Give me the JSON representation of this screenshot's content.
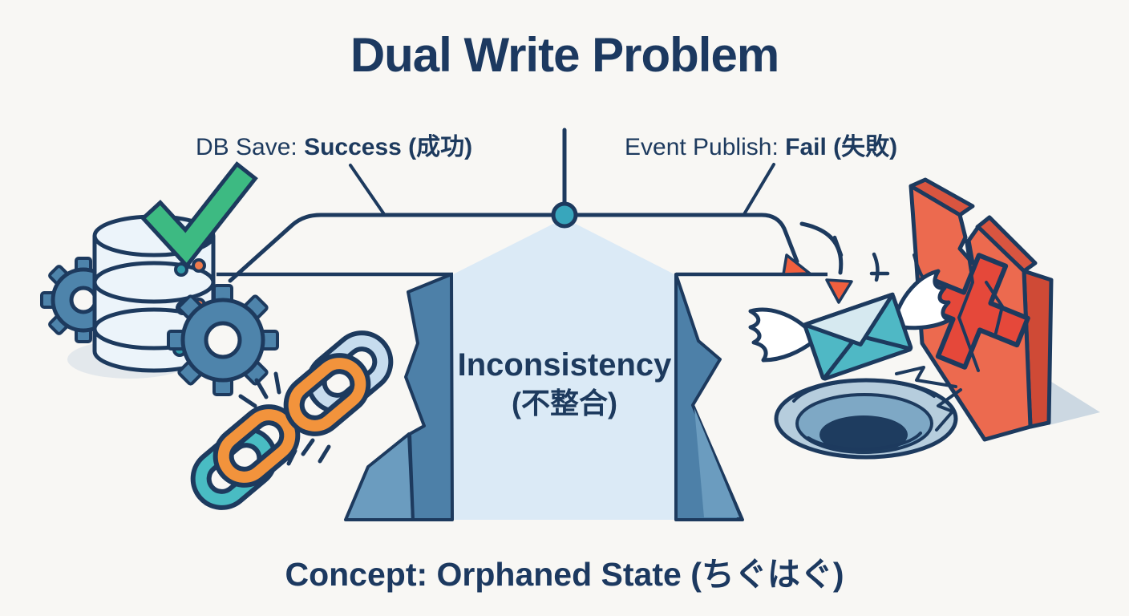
{
  "title": "Dual Write Problem",
  "callouts": {
    "db_save": {
      "prefix": "DB Save: ",
      "emphasis": "Success (成功)"
    },
    "event_publish": {
      "prefix": "Event Publish: ",
      "emphasis": "Fail (失敗)"
    }
  },
  "chasm": {
    "label_line1": "Inconsistency",
    "label_line2": "(不整合)"
  },
  "caption": "Concept: Orphaned State (ちぐはぐ)",
  "icons": {
    "branch_node": "branch-node",
    "database": "database-icon",
    "checkmark": "checkmark-icon",
    "gear_small": "gear-icon-small",
    "gear_large": "gear-icon-large",
    "broken_chain": "broken-chain-icon",
    "spotlight_beam": "beam-shape",
    "cliff_left": "cliff-left",
    "cliff_right": "cliff-right",
    "winged_envelope": "winged-envelope-icon",
    "hole": "hole-icon",
    "broken_wall": "broken-wall-icon",
    "x_mark": "x-mark-icon",
    "arrowheads": "arrowhead-icon"
  },
  "colors": {
    "navy_outline": "#1d3a5e",
    "title_navy": "#1c3960",
    "node_teal": "#38a6bc",
    "check_green": "#3dba82",
    "steel_blue": "#4d80a8",
    "steel_blue_light": "#6b9cbf",
    "beam_light_blue": "#dbeaf6",
    "chain_orange": "#f2933c",
    "chain_teal": "#49bcc3",
    "chain_light_blue": "#c6dcee",
    "wall_red": "#ec6a4f",
    "wall_red_dark": "#cf4a36",
    "x_red": "#e5483a",
    "envelope_teal": "#4fb8c5",
    "envelope_flap": "#d6e9f0",
    "arrow_orange": "#f05f3e",
    "background": "#f8f7f4"
  }
}
